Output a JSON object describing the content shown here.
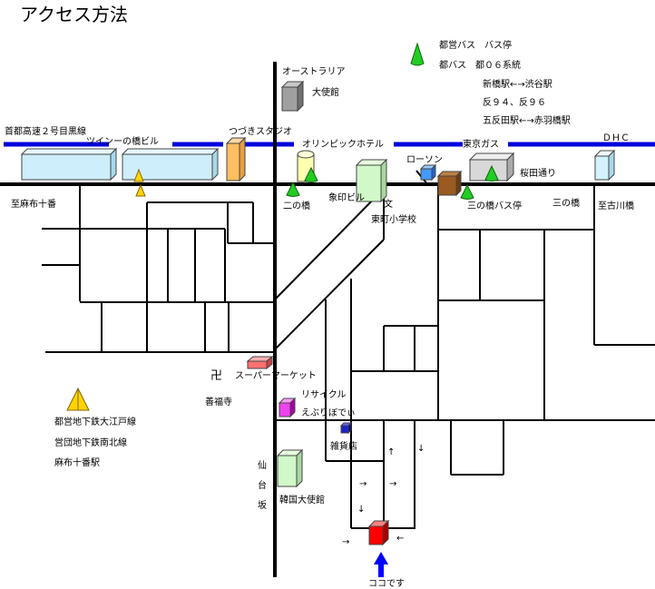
{
  "title": "アクセス方法",
  "labels": {
    "shuto_highway": "首都高速２号目黒線",
    "twin_bldg": "ツインーの橋ビル",
    "tsuzuki": "つづきスタジオ",
    "olympic": "オリンピックホテル",
    "tokyo_gas": "東京ガス",
    "dhc": "ＤＨＣ",
    "lawson": "ローソン",
    "sakurada": "桜田通り",
    "australia": "オーストラリア",
    "embassy": "大使館",
    "shiroganeju_top": "至麻布十番",
    "ninohashi": "二の橋",
    "zojirushi": "象印ビル",
    "school_mark": "文",
    "school": "東町小学校",
    "sannohashi_bus": "三の橋バス停",
    "sannohashi": "三の橋",
    "furukawa": "至古川橋",
    "supermarket": "スーパーマーケット",
    "temple_mark": "卍",
    "temple": "善福寺",
    "recycle": "リサイクル",
    "ebu": "えぶりぼでぃ",
    "zakka": "雑貨店",
    "sendai_1": "仙",
    "sendai_2": "台",
    "sendai_3": "坂",
    "korea": "韓国大使館",
    "koko": "ココです",
    "subway_1": "都営地下鉄大江戸線",
    "subway_2": "営団地下鉄南北線",
    "subway_3": "麻布十番駅"
  },
  "bus_info": {
    "l1": "都営バス　バス停",
    "l2": "都バス　都０６系統",
    "l3": "新橋駅←→渋谷駅",
    "l4": "反９４、反９６",
    "l5": "五反田駅←→赤羽橋駅"
  },
  "arrows": {
    "up": "↑",
    "down": "↓",
    "right": "→",
    "left": "←"
  },
  "colors": {
    "highway": "#0000dd",
    "road": "#000000",
    "bus_stop": "#22cc22",
    "subway": "#ffd400",
    "destination": "#ff0000",
    "you_are_here_arrow": "#0000ff"
  }
}
